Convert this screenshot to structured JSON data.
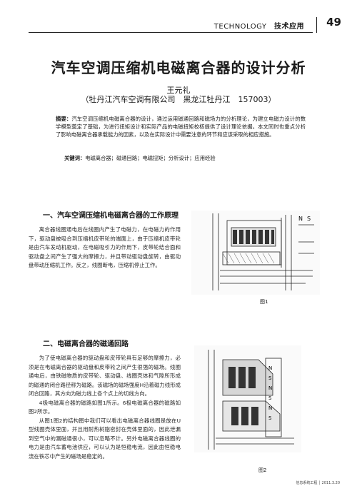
{
  "header": {
    "section": "TECHNOLOGY",
    "section_cn": "技术应用",
    "page_number": "49"
  },
  "title": "汽车空调压缩机电磁离合器的设计分析",
  "author": "王元礼",
  "affiliation": "（牡丹江汽车空调有限公司　黑龙江牡丹江　157003）",
  "abstract": {
    "label": "摘要：",
    "text": "汽车空调压缩机电磁离合器的设计，通过运用磁通回路和磁场力的分析理论，为建立电磁力设计的数学模型奠定了基础，为进行扭矩设计和实际产品的电磁扭矩校核提供了设计理论依据。本文同时也重点分析了影响电磁离合器承载能力的因素，以及在实际设计中需要注意的环节和应该采取的相应措施。"
  },
  "keywords": {
    "label": "关键词：",
    "text": "电磁离合器；磁通回路；电磁扭矩；分析设计；应用经验"
  },
  "section1": {
    "heading": "一、汽车空调压缩机电磁离合器的工作原理",
    "p1": "离合器线圈通电后在线圈内产生了电磁力，在电磁力的作用下，驱动盘被吸合到压缩机皮带轮的端面上，由于压缩机皮带轮是由汽车发动机驱动，在电磁吸引力的作用下，皮带轮结合面和驱动盘之间产生了强大的摩擦力，并且带动驱动盘旋转，由驱动盘带动压缩机工作。反之，线圈断电，压缩机停止工作。"
  },
  "section2": {
    "heading": "二、电磁离合器的磁通回路",
    "p1": "为了使电磁离合器的驱动盘和皮带轮具有足够的摩擦力，必须是在电磁离合器的驱动盘和皮带轮之间产生很强的磁场。线圈通电后，由铁磁物质的皮带轮、驱动盘、线圈壳体和气隙所形成的磁通的闭合路径称为磁路。该磁场的磁场强度H沿着磁力线形成闭合回路，其方向为磁力线上各个点上的切线方向。",
    "p2": "4极电磁离合器的磁路如图1所示。6极电磁离合器的磁路如图2所示。",
    "p3": "从图1图2的结构图中我们可以看出电磁离合器线圈是放在U型线圈壳体里面，并且用耐热树脂密封在壳体里面的，因此泄漏到空气中的漏磁通很小，可以忽略不计。另外电磁离合器线圈的电力是由汽车蓄电池供应，可以认为是恒稳电流，因此由恒稳电流在铁芯中产生的磁场是稳定的。"
  },
  "figures": {
    "fig1_caption": "图1",
    "fig2_caption": "图2",
    "pole_n": "N",
    "pole_s": "S"
  },
  "footer": "信息系统工程 │ 2011.3.20"
}
